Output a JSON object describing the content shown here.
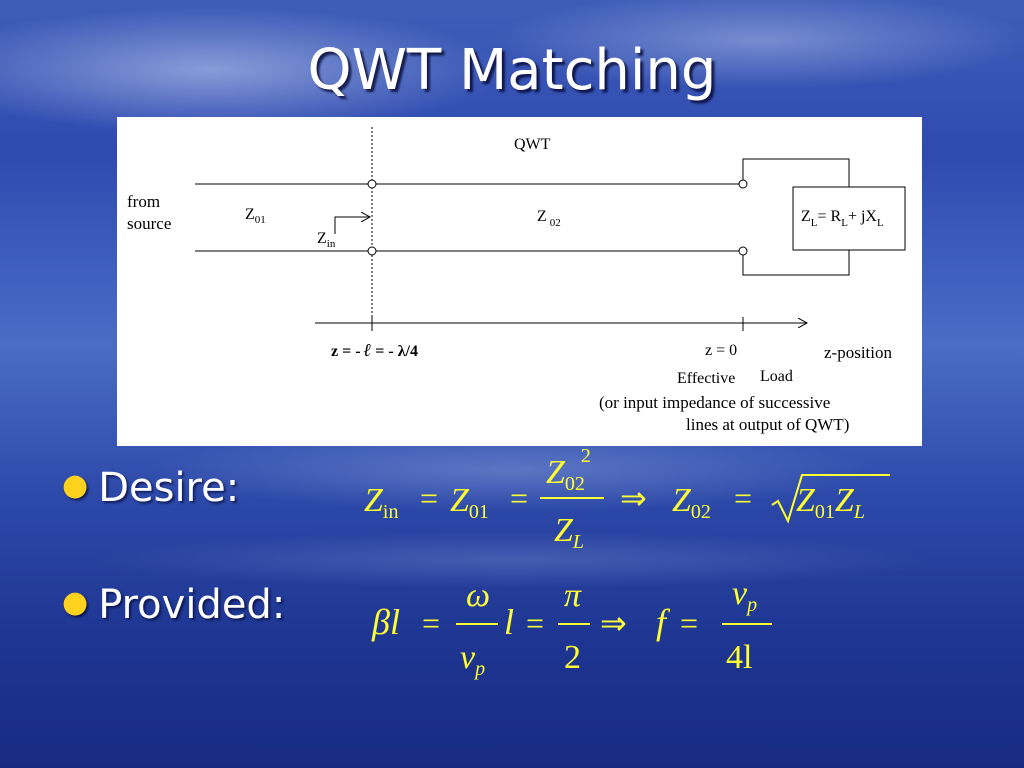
{
  "slide": {
    "title": "QWT Matching"
  },
  "diagram": {
    "qwt_label": "QWT",
    "from_source_line1": "from",
    "from_source_line2": "source",
    "z01": "Z",
    "z01_sub": "01",
    "zin": "Z",
    "zin_sub": "in",
    "z02": "Z",
    "z02_sub": "02",
    "load_impedance": {
      "z": "Z",
      "z_sub": "L",
      "eq": "= R",
      "r_sub": "L",
      "plus": "+ jX",
      "x_sub": "L"
    },
    "z_minus_l_prefix": "z = -",
    "z_minus_l_ell": "ℓ",
    "z_minus_l_suffix": "= -  λ/4",
    "z_zero": "z = 0",
    "z_position": "z-position",
    "effective": "Effective",
    "load": "Load",
    "note_line1": "(or input impedance of successive",
    "note_line2": "lines at output of QWT)"
  },
  "bullets": [
    {
      "label": "Desire:"
    },
    {
      "label": "Provided:"
    }
  ],
  "formulas": {
    "desire": {
      "zin": "Z",
      "zin_sub": "in",
      "eq1": "=",
      "z01": "Z",
      "z01_sub": "01",
      "eq2": "=",
      "num": "Z",
      "num_sub": "02",
      "num_sup": "2",
      "den": "Z",
      "den_sub": "L",
      "implies": "⇒",
      "z02": "Z",
      "z02_sub": "02",
      "eq3": "=",
      "rad1": "Z",
      "rad1_sub": "01",
      "rad2": "Z",
      "rad2_sub": "L"
    },
    "provided": {
      "beta": "β",
      "l1": "l",
      "eq1": "=",
      "omega": "ω",
      "vp": "v",
      "vp_sub": "p",
      "l2": "l",
      "eq2": "=",
      "pi": "π",
      "two": "2",
      "implies": "⇒",
      "f": "f",
      "eq3": "=",
      "vp2": "v",
      "vp2_sub": "p",
      "four_l": "4l"
    }
  },
  "colors": {
    "accent": "#ffff33",
    "bullet": "#ffd21e",
    "text": "#ffffff"
  }
}
